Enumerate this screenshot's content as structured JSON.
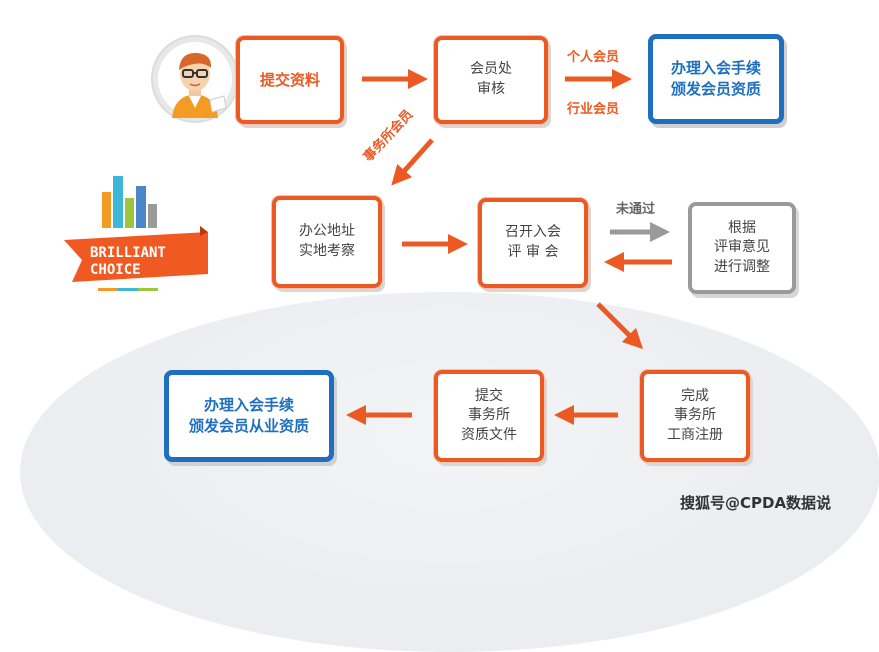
{
  "boxes": {
    "submit_docs": "提交资料",
    "member_review": "会员处\n审核",
    "handle_join_individual": "办理入会手续\n颁发会员资质",
    "office_inspection": "办公地址\n实地考察",
    "review_meeting": "召开入会\n评 审 会",
    "adjust": "根据\n评审意见\n进行调整",
    "complete_registration": "完成\n事务所\n工商注册",
    "submit_firm_docs": "提交\n事务所\n资质文件",
    "handle_join_practice": "办理入会手续\n颁发会员从业资质"
  },
  "labels": {
    "individual_member": "个人会员",
    "industry_member": "行业会员",
    "firm_member": "事务所会员",
    "not_passed": "未通过"
  },
  "logo": {
    "line1": "BRILLIANT",
    "line2": "CHOICE"
  },
  "watermark": "搜狐号@CPDA数据说",
  "colors": {
    "orange": "#ec5a24",
    "blue": "#1e6fc0",
    "grey": "#9a9a9a"
  }
}
